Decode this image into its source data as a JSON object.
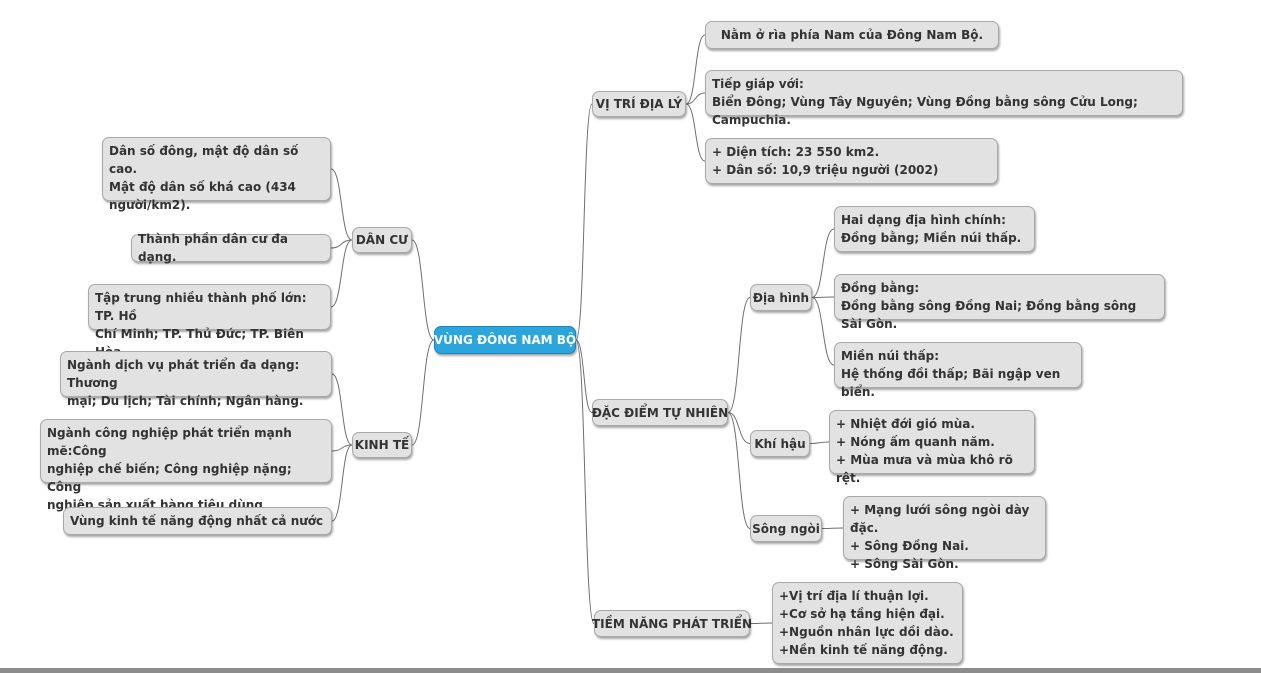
{
  "mindmap": {
    "center": "VÙNG ĐÔNG NAM BỘ",
    "vi_tri": {
      "label": "VỊ TRÍ ĐỊA LÝ",
      "leaves": [
        "Nằm ở rìa phía Nam của Đông Nam Bộ.",
        "Tiếp giáp với:\nBiển Đông; Vùng Tây Nguyên; Vùng Đồng bằng sông Cửu Long; Campuchia.",
        "+ Diện tích: 23 550 km2.\n+ Dân số: 10,9 triệu người (2002)"
      ]
    },
    "dan_cu": {
      "label": "DÂN CƯ",
      "leaves": [
        "Dân số đông, mật độ dân số cao.\nMật độ dân số khá cao (434\nngười/km2).",
        "Thành phần dân cư đa dạng.",
        "Tập trung nhiều thành phố lớn: TP. Hồ\nChí Minh; TP. Thủ Đức; TP. Biên Hòa."
      ]
    },
    "kinh_te": {
      "label": "KINH TẾ",
      "leaves": [
        "Ngành dịch vụ phát triển đa dạng: Thương\nmại; Du lịch; Tài chính; Ngân hàng.",
        "Ngành công nghiệp phát triển mạnh mẽ:Công\nnghiệp chế biến; Công nghiệp nặng; Công\nnghiệp sản xuất hàng tiêu dùng",
        "Vùng kinh tế năng động nhất cả nước"
      ]
    },
    "dac_diem": {
      "label": "ĐẶC ĐIỂM TỰ NHIÊN",
      "dia_hinh": {
        "label": "Địa hình",
        "leaves": [
          "Hai dạng địa hình chính:\nĐồng bằng; Miền núi thấp.",
          "Đồng bằng:\nĐồng bằng sông Đồng Nai; Đồng bằng sông Sài Gòn.",
          "Miền núi thấp:\nHệ thống đồi thấp; Bãi ngập ven biển."
        ]
      },
      "khi_hau": {
        "label": "Khí hậu",
        "leaves": [
          "+ Nhiệt đới gió mùa.\n+ Nóng ấm quanh năm.\n+ Mùa mưa và mùa khô rõ rệt."
        ]
      },
      "song_ngoi": {
        "label": "Sông ngòi",
        "leaves": [
          "+ Mạng lưới sông ngòi dày đặc.\n+ Sông Đồng Nai.\n+ Sông Sài Gòn."
        ]
      }
    },
    "tiem_nang": {
      "label": "TIỀM NĂNG PHÁT TRIỂN",
      "leaves": [
        "+Vị trí địa lí thuận lợi.\n+Cơ sở hạ tầng hiện đại.\n+Nguồn nhân lực dồi dào.\n+Nền kinh tế năng động."
      ]
    }
  },
  "colors": {
    "center_fill": "#2aa6dd",
    "node_fill": "#e2e2e2",
    "node_border": "#a9a9a9",
    "link": "#6f6f6f",
    "text": "#333333"
  }
}
